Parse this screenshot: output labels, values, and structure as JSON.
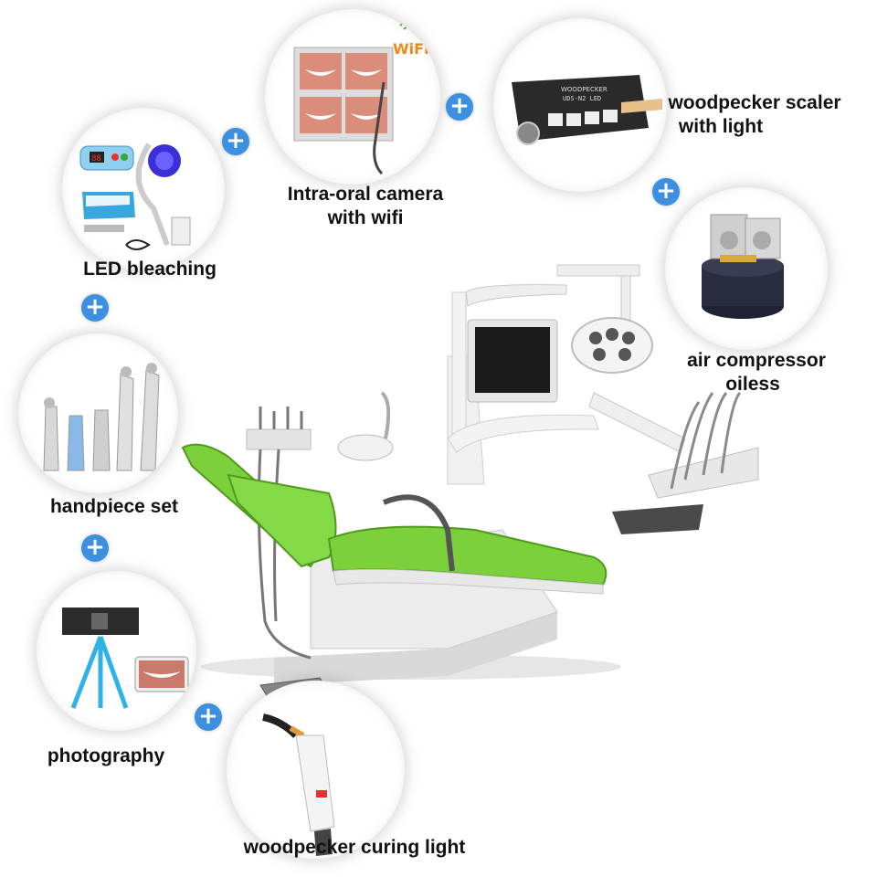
{
  "plus_symbol": "+",
  "products": [
    {
      "label_line1": "LED bleaching",
      "label_line2": ""
    },
    {
      "label_line1": "Intra-oral camera",
      "label_line2": "with wifi"
    },
    {
      "label_line1": "woodpecker scaler",
      "label_line2": "with light"
    },
    {
      "label_line1": "air compressor",
      "label_line2": "oiless"
    },
    {
      "label_line1": "handpiece set",
      "label_line2": ""
    },
    {
      "label_line1": "photography",
      "label_line2": ""
    },
    {
      "label_line1": "woodpecker curing light",
      "label_line2": ""
    }
  ],
  "camera_badge": "WiFi",
  "scaler_brand": "WOODPECKER",
  "scaler_model": "UDS-N2 LED",
  "colors": {
    "plus": "#3d8fe0",
    "chair_green": "#7cd13a",
    "label": "#111111"
  }
}
